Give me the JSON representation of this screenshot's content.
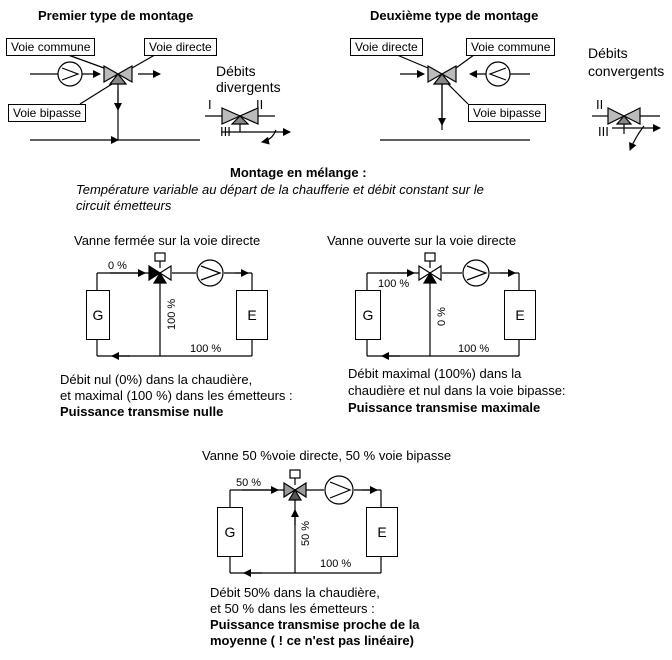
{
  "top": {
    "title_left": "Premier type de montage",
    "title_right": "Deuxième type de montage",
    "left_labels": {
      "voie_commune": "Voie commune",
      "voie_directe": "Voie directe",
      "voie_bipasse": "Voie bipasse"
    },
    "right_labels": {
      "voie_directe": "Voie directe",
      "voie_commune": "Voie commune",
      "voie_bipasse": "Voie bipasse"
    },
    "debits_divergents": [
      "Débits",
      "divergents"
    ],
    "debits_convergents": [
      "Débits",
      "convergents"
    ],
    "roman": {
      "i": "I",
      "ii": "II",
      "iii": "III"
    }
  },
  "melange": {
    "title": "Montage en mélange :",
    "subtitle_line1": "Température variable au départ de la chaufferie et débit constant sur le",
    "subtitle_line2": "circuit émetteurs"
  },
  "circuit1": {
    "caption": "Vanne fermée sur la voie directe",
    "flow_top": "0 %",
    "flow_bypass": "100 %",
    "flow_bottom": "100 %",
    "generator": "G",
    "emitter": "E",
    "desc_line1": "Débit nul (0%) dans la chaudière,",
    "desc_line2": "et maximal (100 %) dans les émetteurs :",
    "result": "Puissance transmise nulle"
  },
  "circuit2": {
    "caption": "Vanne ouverte sur la voie directe",
    "flow_top": "100 %",
    "flow_bypass": "0 %",
    "flow_bottom": "100 %",
    "generator": "G",
    "emitter": "E",
    "desc_line1": "Débit maximal (100%) dans la",
    "desc_line2": "chaudière et nul dans la voie bipasse:",
    "result": "Puissance transmise maximale"
  },
  "circuit3": {
    "caption": "Vanne 50 %voie directe, 50 % voie bipasse",
    "flow_top": "50 %",
    "flow_bypass": "50 %",
    "flow_bottom": "100 %",
    "generator": "G",
    "emitter": "E",
    "desc_line1": "Débit 50% dans la chaudière,",
    "desc_line2": "et 50 % dans les émetteurs :",
    "result_line1": "Puissance transmise proche de la",
    "result_line2": "moyenne ( ! ce n'est pas linéaire)"
  }
}
